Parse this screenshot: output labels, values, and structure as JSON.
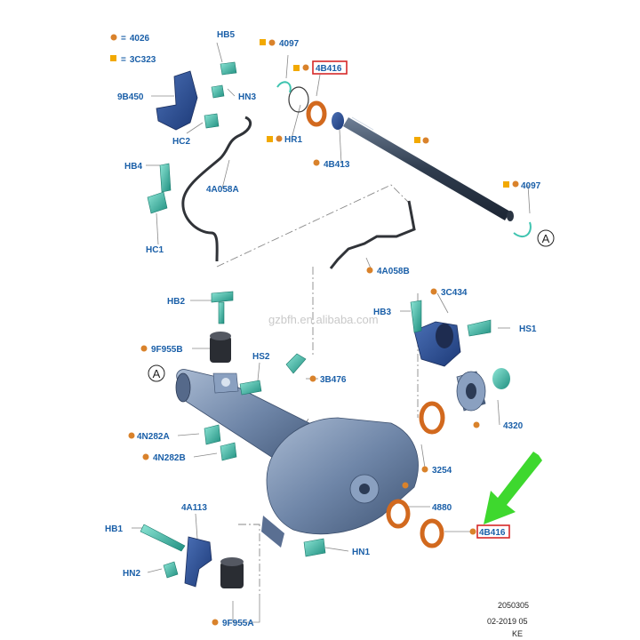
{
  "legend": {
    "circle_code": "4026",
    "square_code": "3C323",
    "circle_symbol": "●",
    "square_symbol": "■",
    "equals": "="
  },
  "labels": {
    "hb5": "HB5",
    "b9b450": "9B450",
    "hn3": "HN3",
    "hc2": "HC2",
    "hb4": "HB4",
    "a4058a": "4A058A",
    "hc1": "HC1",
    "c4097_top": "4097",
    "b4416_top": "4B416",
    "hr1": "HR1",
    "b4413": "4B413",
    "c4097_right": "4097",
    "a4058b": "4A058B",
    "hb2": "HB2",
    "f9955b": "9F955B",
    "hs2": "HS2",
    "b3476": "3B476",
    "hb3": "HB3",
    "c3434": "3C434",
    "hs1": "HS1",
    "n4282a": "4N282A",
    "n4282b": "4N282B",
    "c4320": "4320",
    "c3254": "3254",
    "c4880": "4880",
    "b4416_bottom": "4B416",
    "hb1": "HB1",
    "a4113": "4A113",
    "hn2": "HN2",
    "hn1": "HN1",
    "f9955a": "9F955A"
  },
  "callouts": {
    "a_top": "A",
    "a_left": "A"
  },
  "watermark": "gzbfh.en.alibaba.com",
  "footer": {
    "code": "2050305",
    "date": "02-2019 05",
    "suffix": "KE"
  },
  "colors": {
    "label": "#1a5fa8",
    "fastener": "#3fc4b0",
    "seal": "#d2691e",
    "housing": "#6f86a8",
    "highlight_box": "#d62828",
    "arrow": "#3ed82e",
    "dot": "#d9822b",
    "square": "#f2a900"
  }
}
